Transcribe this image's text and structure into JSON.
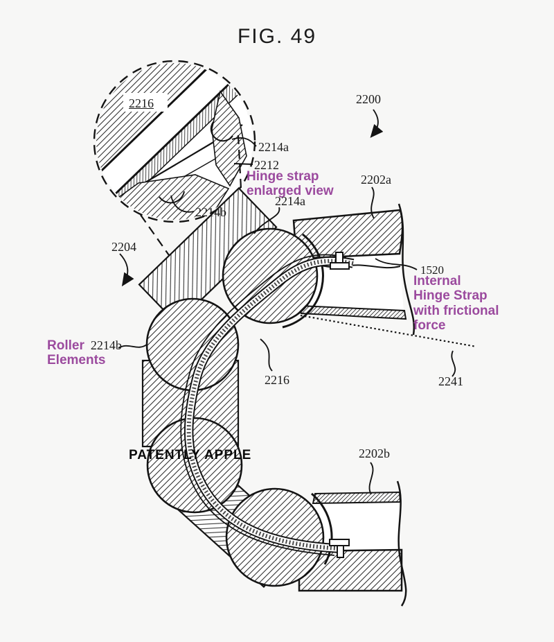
{
  "title": "FIG. 49",
  "watermark": "PATENTLY APPLE",
  "colors": {
    "annotation_purple": "#9b4a9e",
    "ink_black": "#1b1b1b",
    "background": "#f7f7f6"
  },
  "enlarged_view": {
    "ref_2216": "2216",
    "ref_2214a": "2214a",
    "ref_2212": "2212",
    "ref_2214b": "2214b",
    "caption_line1": "Hinge strap",
    "caption_line2": "enlarged view"
  },
  "main_view": {
    "ref_2200": "2200",
    "ref_2202a": "2202a",
    "ref_2204": "2204",
    "ref_2214a": "2214a",
    "ref_2214b": "2214b",
    "ref_2216": "2216",
    "ref_1520": "1520",
    "ref_2241": "2241",
    "ref_2202b": "2202b",
    "roller_caption_line1": "Roller",
    "roller_caption_line2": "Elements",
    "strap_caption_line1": "Internal",
    "strap_caption_line2": "Hinge Strap",
    "strap_caption_line3": "with frictional",
    "strap_caption_line4": "force"
  }
}
